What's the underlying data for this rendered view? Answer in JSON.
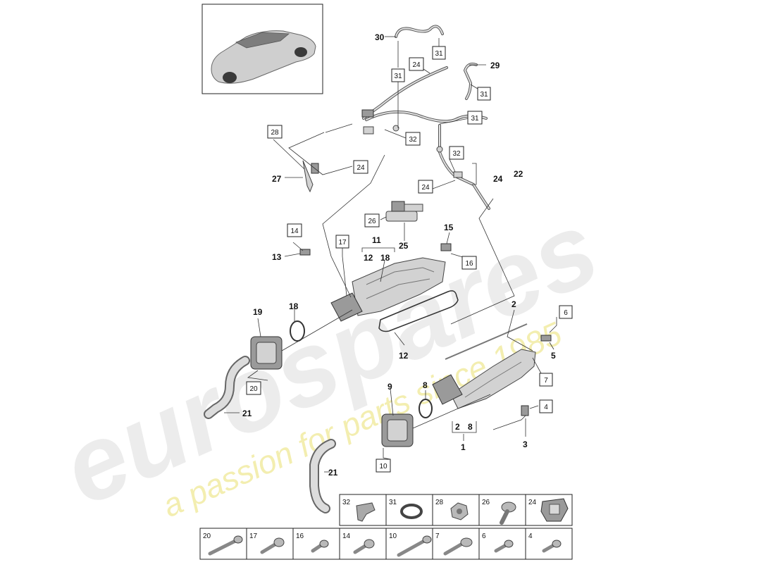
{
  "watermark": {
    "brand": "eurospares",
    "tagline": "a passion for parts since 1985"
  },
  "callouts": [
    {
      "id": "c30",
      "text": "30"
    },
    {
      "id": "c29",
      "text": "29"
    },
    {
      "id": "c27",
      "text": "27"
    },
    {
      "id": "c22",
      "text": "22"
    },
    {
      "id": "c24a",
      "text": "24"
    },
    {
      "id": "c25",
      "text": "25"
    },
    {
      "id": "c15",
      "text": "15"
    },
    {
      "id": "c13",
      "text": "13"
    },
    {
      "id": "c11",
      "text": "11"
    },
    {
      "id": "c12a",
      "text": "12"
    },
    {
      "id": "c18a",
      "text": "18"
    },
    {
      "id": "c19",
      "text": "19"
    },
    {
      "id": "c18b",
      "text": "18"
    },
    {
      "id": "c12b",
      "text": "12"
    },
    {
      "id": "c2a",
      "text": "2"
    },
    {
      "id": "c5",
      "text": "5"
    },
    {
      "id": "c9",
      "text": "9"
    },
    {
      "id": "c8a",
      "text": "8"
    },
    {
      "id": "c21a",
      "text": "21"
    },
    {
      "id": "c21b",
      "text": "21"
    },
    {
      "id": "c2b",
      "text": "2"
    },
    {
      "id": "c8b",
      "text": "8"
    },
    {
      "id": "c1",
      "text": "1"
    },
    {
      "id": "c3",
      "text": "3"
    }
  ],
  "boxes": [
    {
      "id": "b31a",
      "text": "31"
    },
    {
      "id": "b31b",
      "text": "31"
    },
    {
      "id": "b24a",
      "text": "24"
    },
    {
      "id": "b31c",
      "text": "31"
    },
    {
      "id": "b31d",
      "text": "31"
    },
    {
      "id": "b28",
      "text": "28"
    },
    {
      "id": "b32a",
      "text": "32"
    },
    {
      "id": "b24b",
      "text": "24"
    },
    {
      "id": "b32b",
      "text": "32"
    },
    {
      "id": "b24c",
      "text": "24"
    },
    {
      "id": "b26",
      "text": "26"
    },
    {
      "id": "b14",
      "text": "14"
    },
    {
      "id": "b17",
      "text": "17"
    },
    {
      "id": "b16",
      "text": "16"
    },
    {
      "id": "b6",
      "text": "6"
    },
    {
      "id": "b7",
      "text": "7"
    },
    {
      "id": "b4",
      "text": "4"
    },
    {
      "id": "b20",
      "text": "20"
    },
    {
      "id": "b10",
      "text": "10"
    }
  ],
  "legend": {
    "top_row": [
      "32",
      "31",
      "28",
      "26",
      "24"
    ],
    "bottom_row": [
      "20",
      "17",
      "16",
      "14",
      "10",
      "7",
      "6",
      "4"
    ]
  }
}
